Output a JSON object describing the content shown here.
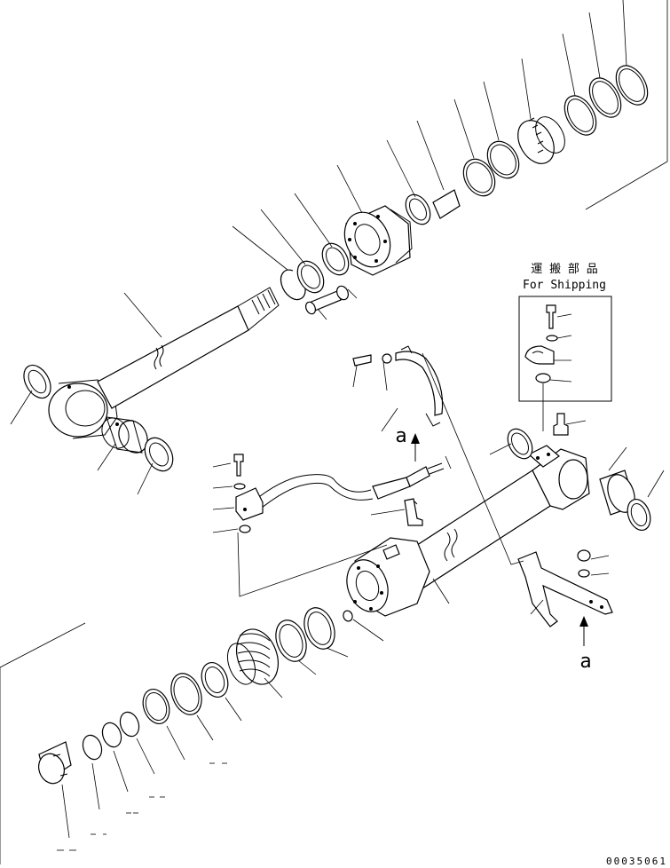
{
  "shipping_box": {
    "title_jp": "運 搬 部 品",
    "title_en": "For Shipping"
  },
  "detail_marker": "a",
  "figure_code": "00035061",
  "colors": {
    "ink": "#000000",
    "paper": "#ffffff"
  }
}
